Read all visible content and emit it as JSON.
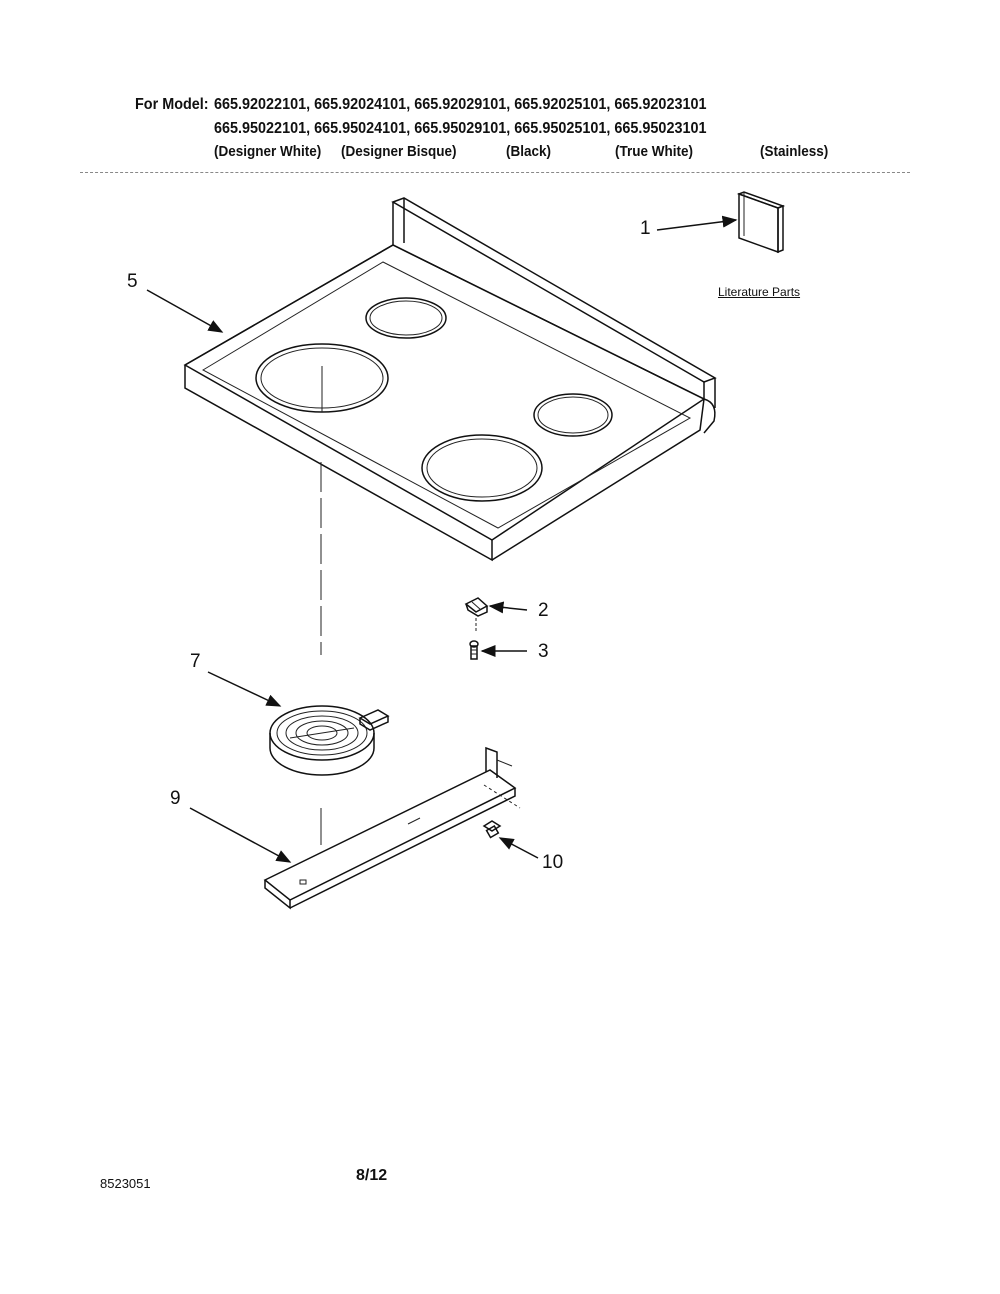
{
  "header": {
    "label": "For Model:",
    "models_row1": "665.92022101, 665.92024101, 665.92029101, 665.92025101, 665.92023101",
    "models_row2": "665.95022101, 665.95024101, 665.95029101, 665.95025101, 665.95023101",
    "colors": [
      "(Designer White)",
      "(Designer Bisque)",
      "(Black)",
      "(True White)",
      "(Stainless)"
    ]
  },
  "callouts": {
    "c1": "1",
    "c2": "2",
    "c3": "3",
    "c5": "5",
    "c7": "7",
    "c9": "9",
    "c10": "10"
  },
  "literature_label": "Literature Parts",
  "footer": {
    "code": "8523051",
    "page": "8/12"
  }
}
